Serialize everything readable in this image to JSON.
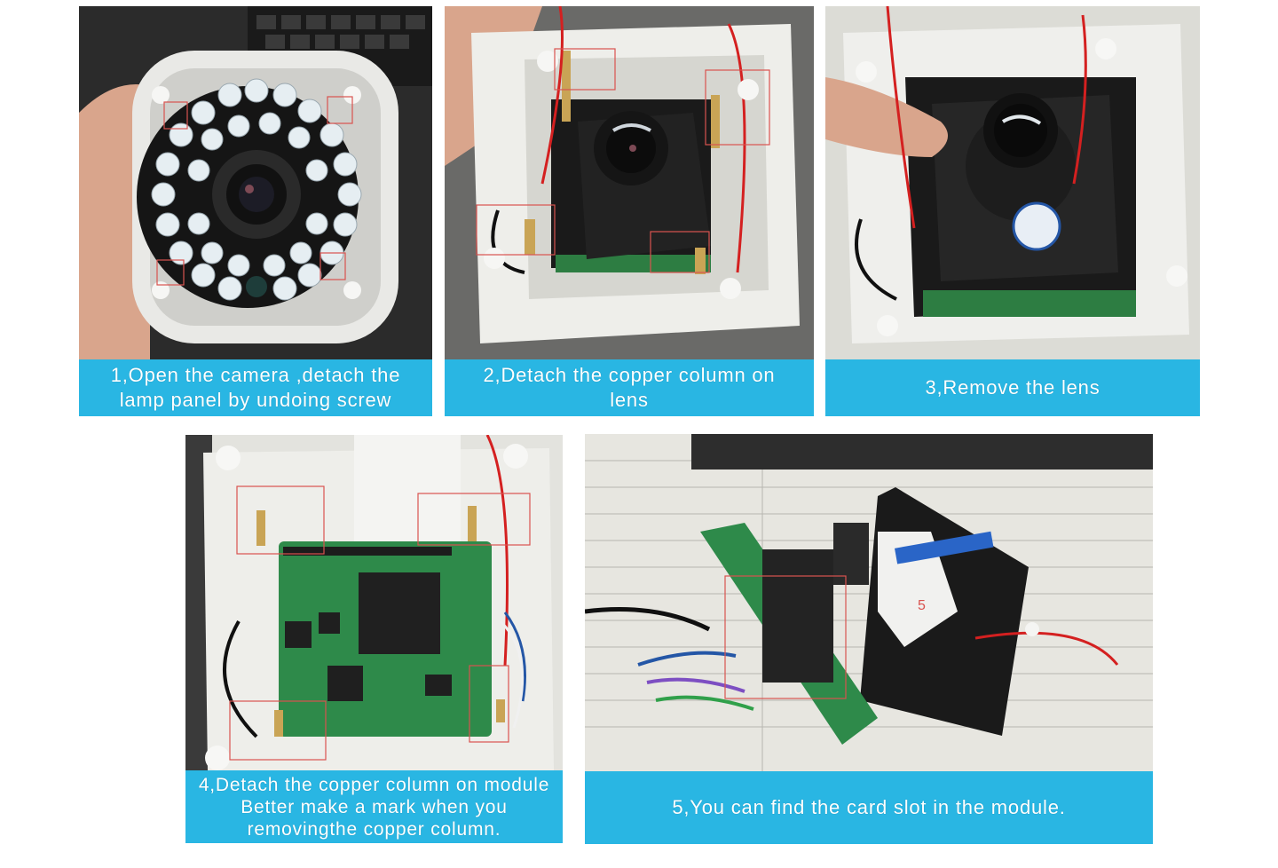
{
  "colors": {
    "caption_bg": "#29b6e3",
    "caption_text": "#ffffff",
    "highlight": "#d9534f"
  },
  "steps": [
    {
      "lines": [
        "1,Open the camera ,detach the",
        "lamp panel  by undoing screw"
      ]
    },
    {
      "lines": [
        "2,Detach the copper column on",
        "lens"
      ]
    },
    {
      "lines": [
        "3,Remove the lens"
      ]
    },
    {
      "lines": [
        "4,Detach the copper column on module",
        "Better make a mark when you",
        "removingthe copper column."
      ]
    },
    {
      "lines": [
        "5,You can find the card slot in the module."
      ]
    }
  ],
  "photo5": {
    "annotation": "5"
  }
}
